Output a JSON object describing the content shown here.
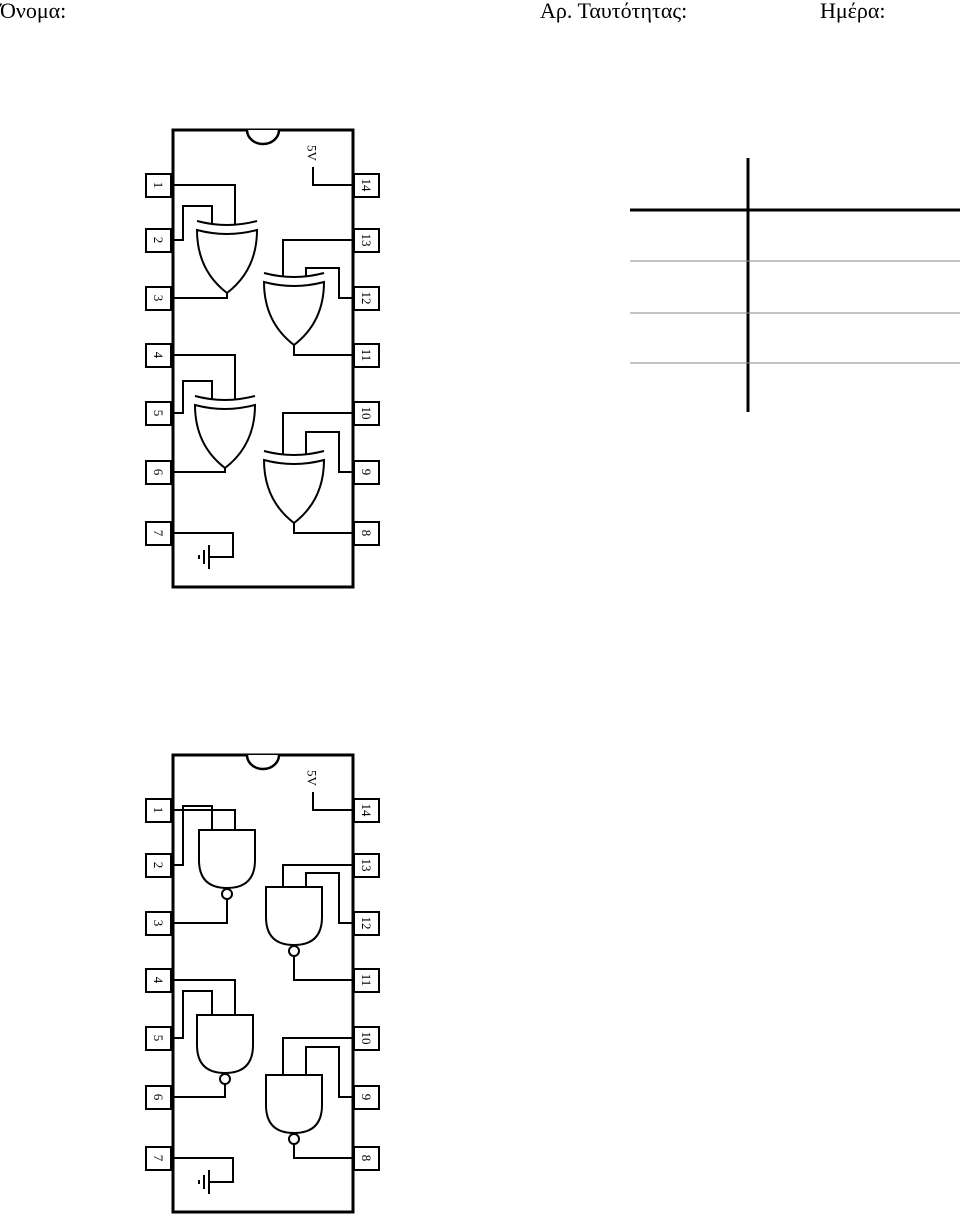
{
  "header": {
    "name_label": "Όνομα:",
    "id_label": "Αρ. Ταυτότητας:",
    "date_label": "Ημέρα:"
  },
  "chips": [
    {
      "gate": "XOR",
      "supply_label": "5V",
      "pins": [
        "1",
        "2",
        "3",
        "4",
        "5",
        "6",
        "7",
        "8",
        "9",
        "10",
        "11",
        "12",
        "13",
        "14"
      ]
    },
    {
      "gate": "NAND",
      "supply_label": "5V",
      "pins": [
        "1",
        "2",
        "3",
        "4",
        "5",
        "6",
        "7",
        "8",
        "9",
        "10",
        "11",
        "12",
        "13",
        "14"
      ]
    }
  ],
  "truth_table": {
    "rows": 4,
    "columns": 2
  }
}
